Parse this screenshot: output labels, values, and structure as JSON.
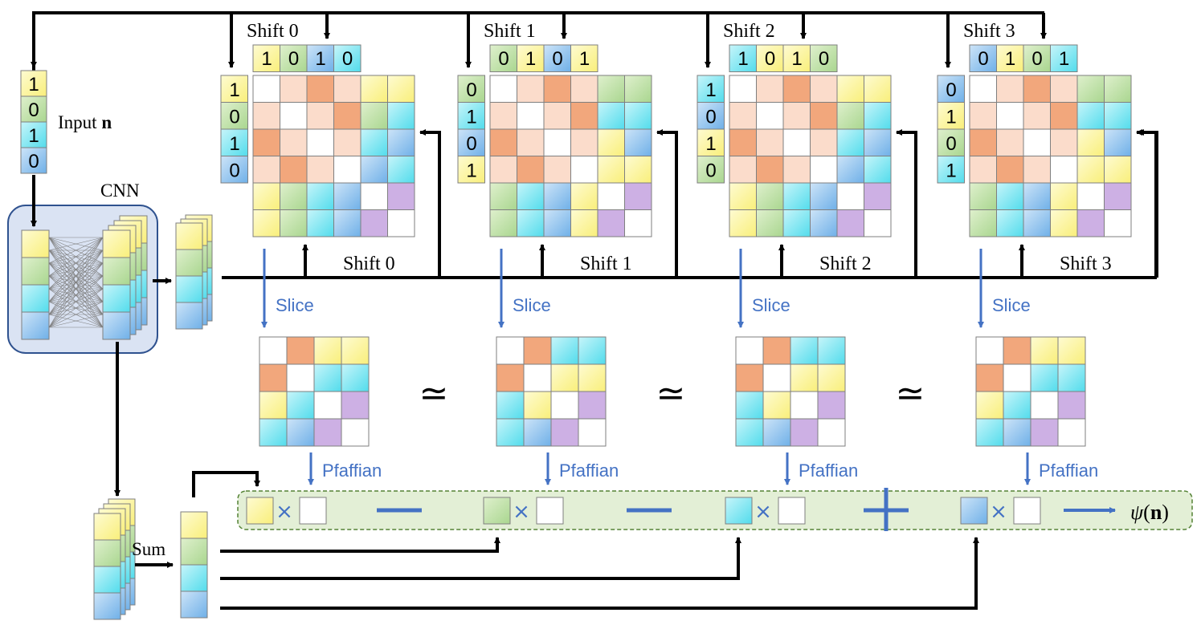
{
  "input": {
    "bits": [
      "1",
      "0",
      "1",
      "0"
    ],
    "label_prefix": "Input ",
    "label_bold": "n"
  },
  "cnn_label": "CNN",
  "sum_label": "Sum",
  "slice_label": "Slice",
  "pfaffian_label": "Pfaffian",
  "approx_symbol": "≃",
  "times_symbol": "×",
  "output": {
    "psi": "ψ",
    "open": "(",
    "n": "n",
    "close": ")"
  },
  "shifts": [
    {
      "title": "Shift 0",
      "top_bits": [
        "1",
        "0",
        "1",
        "0"
      ],
      "left_bits": [
        "1",
        "0",
        "1",
        "0"
      ],
      "mid_label": "Shift 0"
    },
    {
      "title": "Shift 1",
      "top_bits": [
        "0",
        "1",
        "0",
        "1"
      ],
      "left_bits": [
        "0",
        "1",
        "0",
        "1"
      ],
      "mid_label": "Shift 1"
    },
    {
      "title": "Shift 2",
      "top_bits": [
        "1",
        "0",
        "1",
        "0"
      ],
      "left_bits": [
        "1",
        "0",
        "1",
        "0"
      ],
      "mid_label": "Shift 2"
    },
    {
      "title": "Shift 3",
      "top_bits": [
        "0",
        "1",
        "0",
        "1"
      ],
      "left_bits": [
        "0",
        "1",
        "0",
        "1"
      ],
      "mid_label": "Shift 3"
    }
  ],
  "signs": [
    "minus",
    "minus",
    "plus"
  ],
  "colors": {
    "yellow": "#fdf6a3",
    "green": "#c3e2a8",
    "cyan": "#7fe6f2",
    "blue": "#9ccaf0",
    "orange": "#f2a77c",
    "peach": "#fbdccb",
    "purple": "#cdb0e4",
    "white": "#ffffff",
    "accent": "#4472c4",
    "cnn_box": "#dae3f3",
    "product_panel": "#e3efd6"
  }
}
